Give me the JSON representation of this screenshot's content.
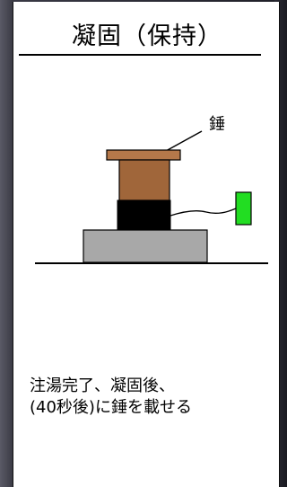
{
  "slide": {
    "title": "凝固（保持）",
    "weight_label": "錘",
    "caption_line1": "注湯完了、凝固後、",
    "caption_line2": "(40秒後)に錘を載せる"
  },
  "colors": {
    "weight_top": "#b5784a",
    "weight_body": "#a0663a",
    "mold": "#000000",
    "base": "#a8a8a8",
    "sensor": "#22dd22"
  },
  "icons": {
    "sensor": "green-sensor-block"
  }
}
